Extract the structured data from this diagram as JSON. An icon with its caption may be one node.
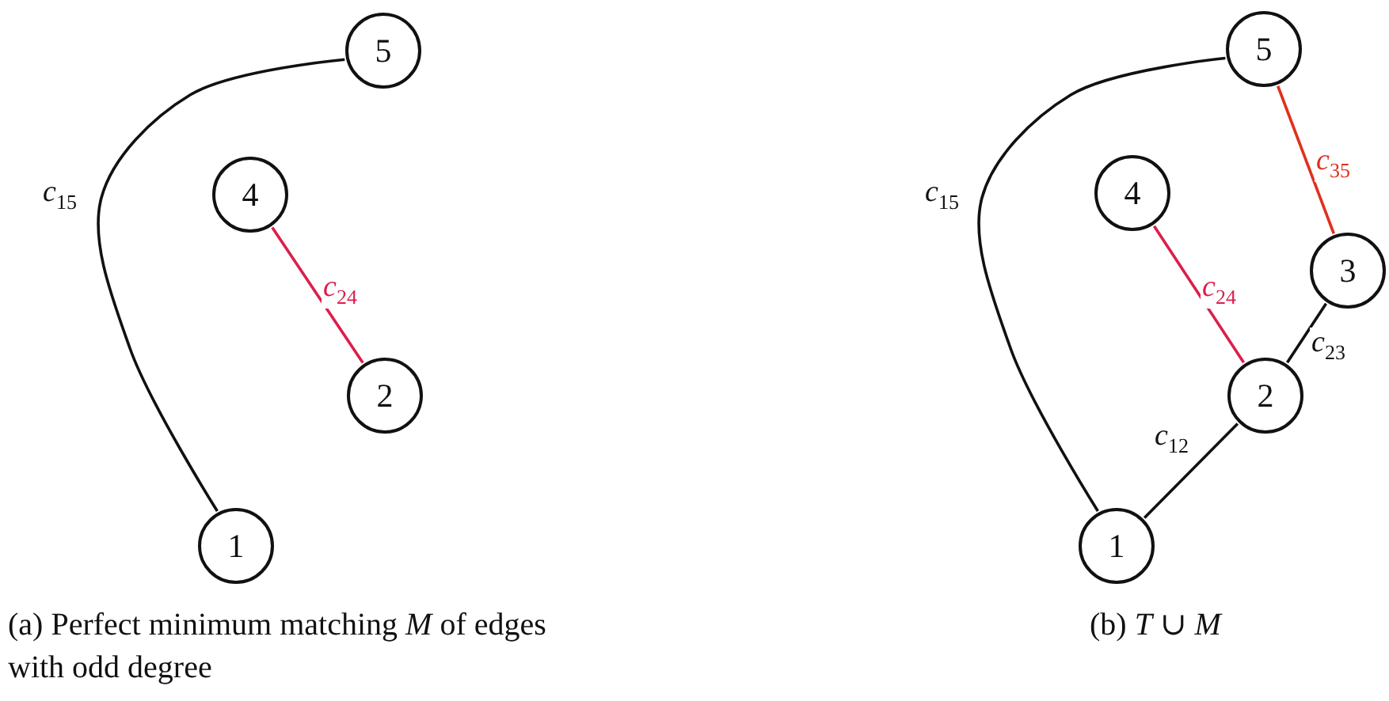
{
  "diagram": {
    "nodes": [
      {
        "text": [
          "5"
        ]
      },
      {
        "text": [
          "4"
        ]
      },
      {
        "text": [
          "2"
        ]
      },
      {
        "text": [
          "1"
        ]
      },
      {
        "text": [
          "5"
        ]
      },
      {
        "text": [
          "4"
        ]
      },
      {
        "text": [
          "3"
        ]
      },
      {
        "text": [
          "2"
        ]
      },
      {
        "text": [
          "1"
        ]
      }
    ],
    "edges": [
      {
        "from": 0,
        "to": 3,
        "arrow": "none",
        "label": "*c*$_{15}$"
      },
      {
        "from": 1,
        "to": 2,
        "arrow": "none",
        "label": "*c*$_{24}$",
        "color": "#dc1e4a"
      },
      {
        "from": 4,
        "to": 8,
        "arrow": "none",
        "label": "*c*$_{15}$"
      },
      {
        "from": 5,
        "to": 7,
        "arrow": "none",
        "label": "*c*$_{24}$",
        "color": "#dc1e4a"
      },
      {
        "from": 4,
        "to": 6,
        "arrow": "none",
        "label": "*c*$_{35}$",
        "color": "#e0301e"
      },
      {
        "from": 6,
        "to": 7,
        "arrow": "none",
        "label": "*c*$_{23}$"
      },
      {
        "from": 7,
        "to": 8,
        "arrow": "none",
        "label": "*c*$_{12}$"
      }
    ],
    "labels": [
      "(a) Perfect minimum matching *M* of edges with odd degree",
      "(b) *T* ∪ *M*"
    ]
  }
}
